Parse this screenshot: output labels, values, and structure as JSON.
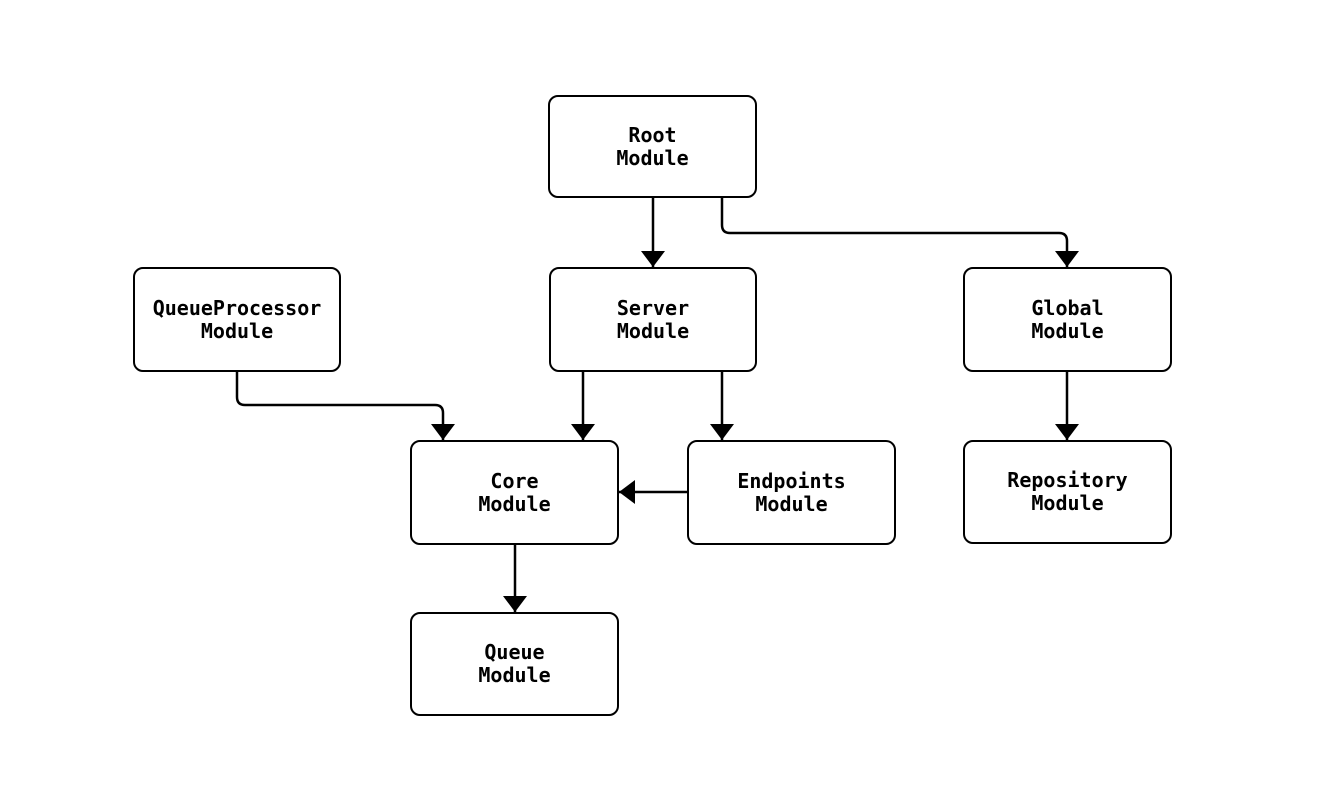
{
  "diagram": {
    "type": "module-dependency-graph",
    "background_color": "#ffffff",
    "stroke_color": "#000000",
    "node_fill_color": "#ffffff",
    "nodes": [
      {
        "id": "root",
        "line1": "Root",
        "line2": "Module"
      },
      {
        "id": "queueprocessor",
        "line1": "QueueProcessor",
        "line2": "Module"
      },
      {
        "id": "server",
        "line1": "Server",
        "line2": "Module"
      },
      {
        "id": "global",
        "line1": "Global",
        "line2": "Module"
      },
      {
        "id": "core",
        "line1": "Core",
        "line2": "Module"
      },
      {
        "id": "endpoints",
        "line1": "Endpoints",
        "line2": "Module"
      },
      {
        "id": "repository",
        "line1": "Repository",
        "line2": "Module"
      },
      {
        "id": "queue",
        "line1": "Queue",
        "line2": "Module"
      }
    ],
    "edges": [
      {
        "from": "Root Module",
        "to": "Server Module"
      },
      {
        "from": "Root Module",
        "to": "Global Module"
      },
      {
        "from": "QueueProcessor Module",
        "to": "Core Module"
      },
      {
        "from": "Server Module",
        "to": "Core Module"
      },
      {
        "from": "Server Module",
        "to": "Endpoints Module"
      },
      {
        "from": "Endpoints Module",
        "to": "Core Module"
      },
      {
        "from": "Core Module",
        "to": "Queue Module"
      },
      {
        "from": "Global Module",
        "to": "Repository Module"
      }
    ]
  }
}
